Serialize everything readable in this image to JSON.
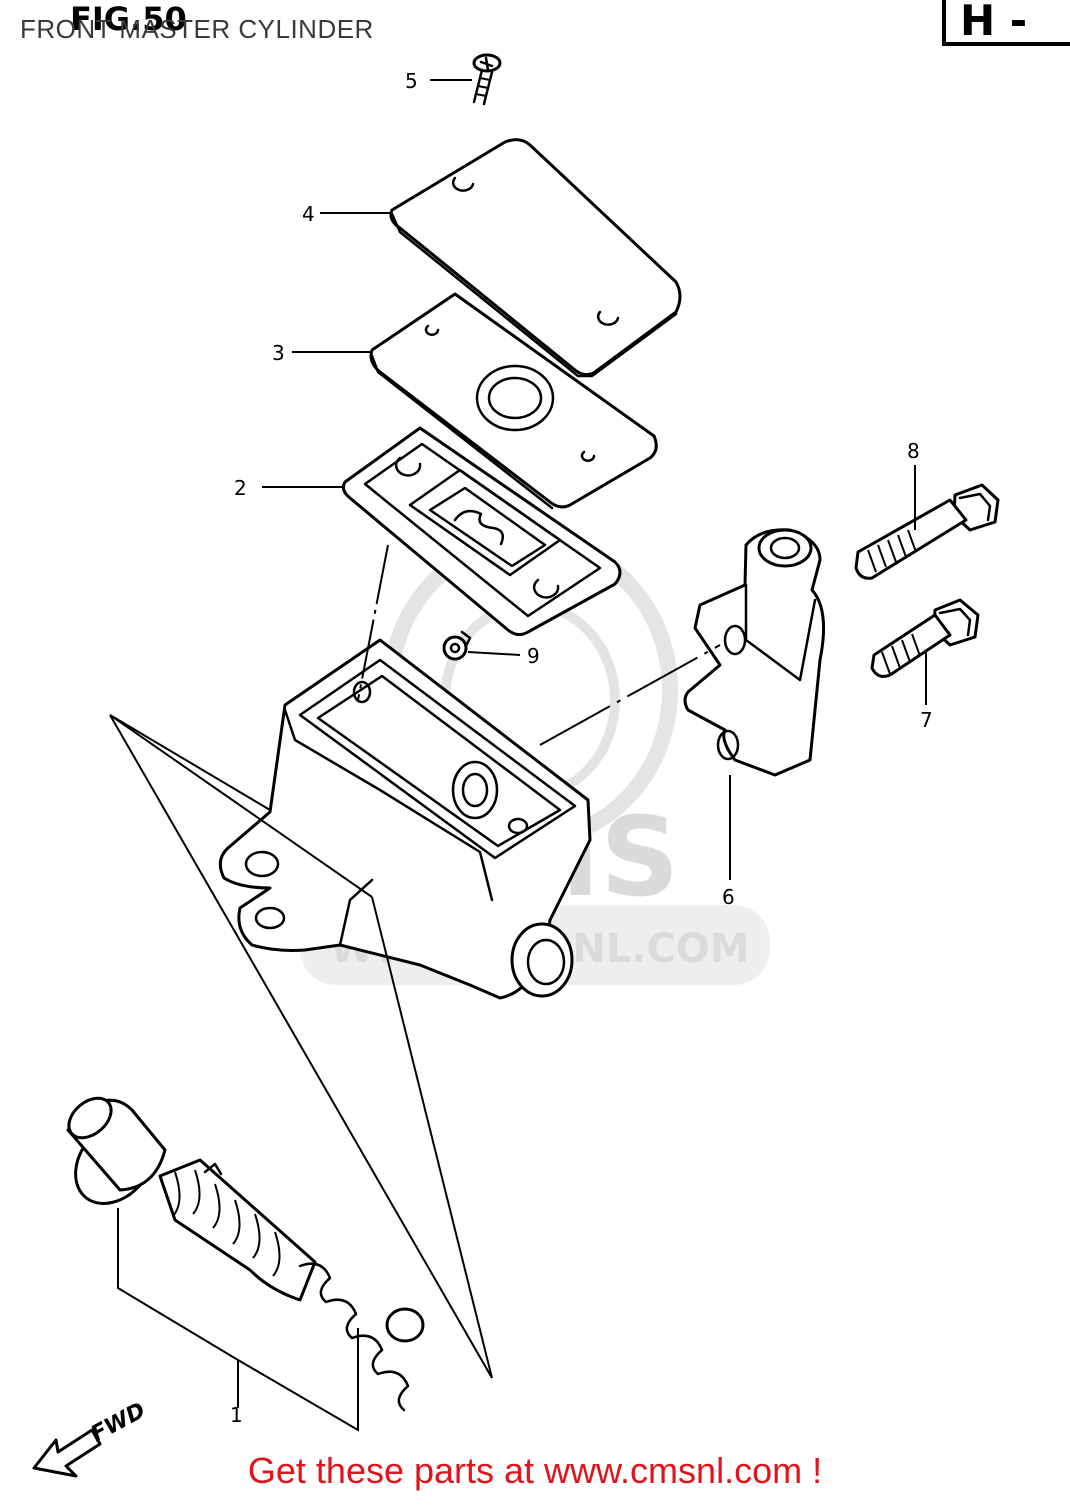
{
  "header": {
    "figure_number": "FIG.50",
    "figure_title": "FRONT MASTER CYLINDER",
    "page_code": "H - "
  },
  "watermark": {
    "brand": "CMS",
    "url": "WWW.CMSNL.COM"
  },
  "callouts": [
    "1",
    "2",
    "3",
    "4",
    "5",
    "6",
    "7",
    "8",
    "9"
  ],
  "direction_label": "FWD",
  "footer": {
    "cta": "Get these parts at www.cmsnl.com !",
    "cta_color": "#e0141b"
  }
}
